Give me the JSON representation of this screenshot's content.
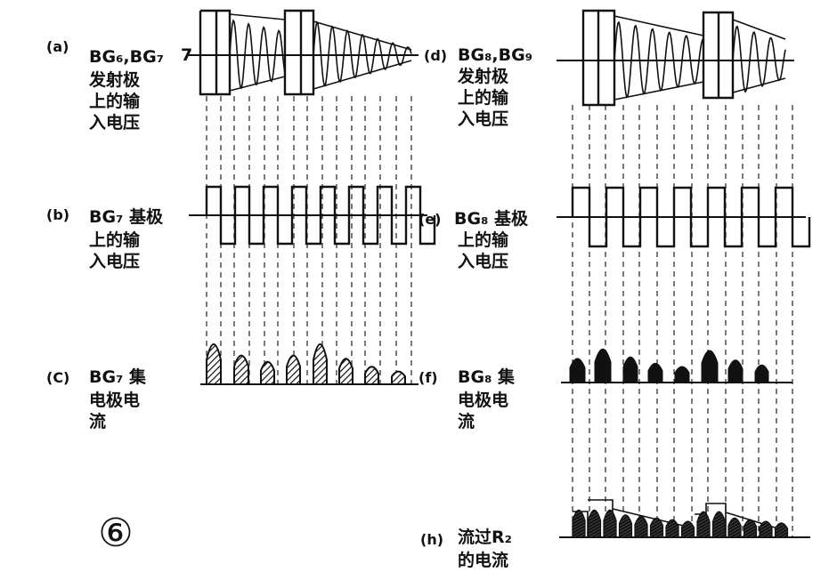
{
  "figure_number": "⑥",
  "panels": {
    "a": {
      "tag": "(a)",
      "lines": [
        "BG₆,BG₇",
        "发射极",
        "上的输",
        "入电压"
      ]
    },
    "b": {
      "tag": "(b)",
      "lines": [
        "BG₇ 基极",
        "上的输",
        "入电压"
      ]
    },
    "c": {
      "tag": "(C)",
      "lines": [
        "BG₇ 集",
        "电极电",
        "流"
      ]
    },
    "d": {
      "tag": "(d)",
      "lines": [
        "BG₈,BG₉",
        "发射极",
        "上的输",
        "入电压"
      ]
    },
    "e": {
      "tag": "(e)",
      "lines": [
        "BG₈ 基极",
        "上的输",
        "入电压"
      ]
    },
    "f": {
      "tag": "(f)",
      "lines": [
        "BG₈ 集",
        "电极电",
        "流"
      ]
    },
    "h": {
      "tag": "(h)",
      "lines": [
        "流过R₂",
        "的电流"
      ]
    }
  }
}
